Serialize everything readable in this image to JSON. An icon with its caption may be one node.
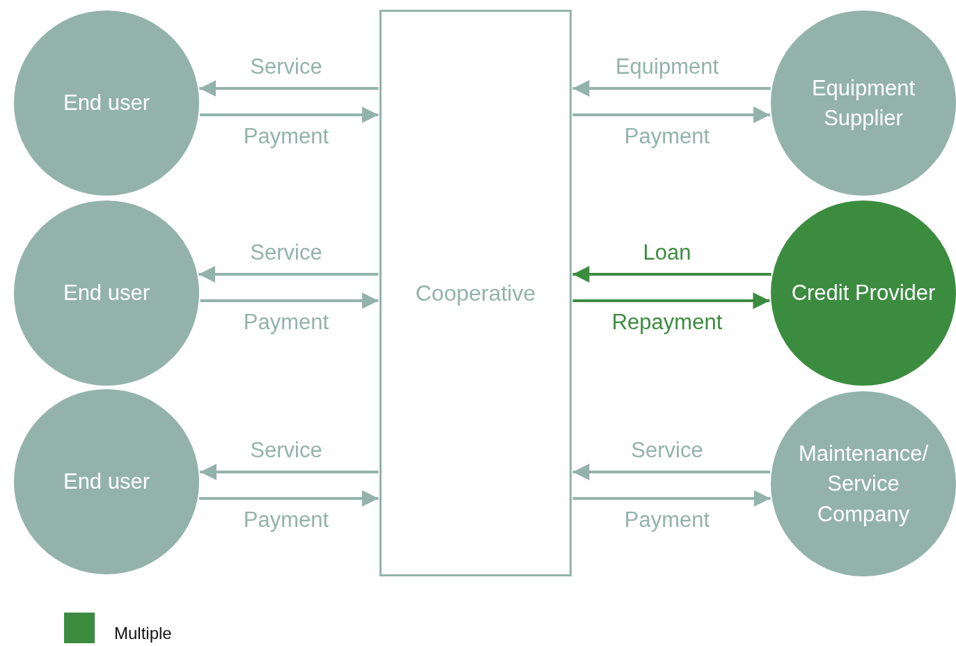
{
  "diagram": {
    "nodes": [
      {
        "text": [
          "End user"
        ]
      },
      {
        "text": [
          "End user"
        ]
      },
      {
        "text": [
          "End user"
        ]
      },
      {
        "text": [
          "Cooperative"
        ]
      },
      {
        "text": [
          "Equipment Supplier"
        ]
      },
      {
        "text": [
          "Credit Provider"
        ]
      },
      {
        "text": [
          "Maintenance/ Service Company"
        ]
      }
    ],
    "edges": [
      {
        "from": 3,
        "to": 0,
        "arrow": "to",
        "label": "Service"
      },
      {
        "from": 0,
        "to": 3,
        "arrow": "to",
        "label": "Payment"
      },
      {
        "from": 3,
        "to": 1,
        "arrow": "to",
        "label": "Service"
      },
      {
        "from": 1,
        "to": 3,
        "arrow": "to",
        "label": "Payment"
      },
      {
        "from": 3,
        "to": 2,
        "arrow": "to",
        "label": "Service"
      },
      {
        "from": 2,
        "to": 3,
        "arrow": "to",
        "label": "Payment"
      },
      {
        "from": 4,
        "to": 3,
        "arrow": "to",
        "label": "Equipment"
      },
      {
        "from": 3,
        "to": 4,
        "arrow": "to",
        "label": "Payment"
      },
      {
        "from": 5,
        "to": 3,
        "arrow": "to",
        "label": "Loan",
        "color": "#3c8c40"
      },
      {
        "from": 3,
        "to": 5,
        "arrow": "to",
        "label": "Repayment",
        "color": "#3c8c40"
      },
      {
        "from": 6,
        "to": 3,
        "arrow": "to",
        "label": "Service"
      },
      {
        "from": 3,
        "to": 6,
        "arrow": "to",
        "label": "Payment"
      }
    ],
    "legend": [
      {
        "text": "Multiple",
        "color": "#3c8c40"
      }
    ]
  }
}
